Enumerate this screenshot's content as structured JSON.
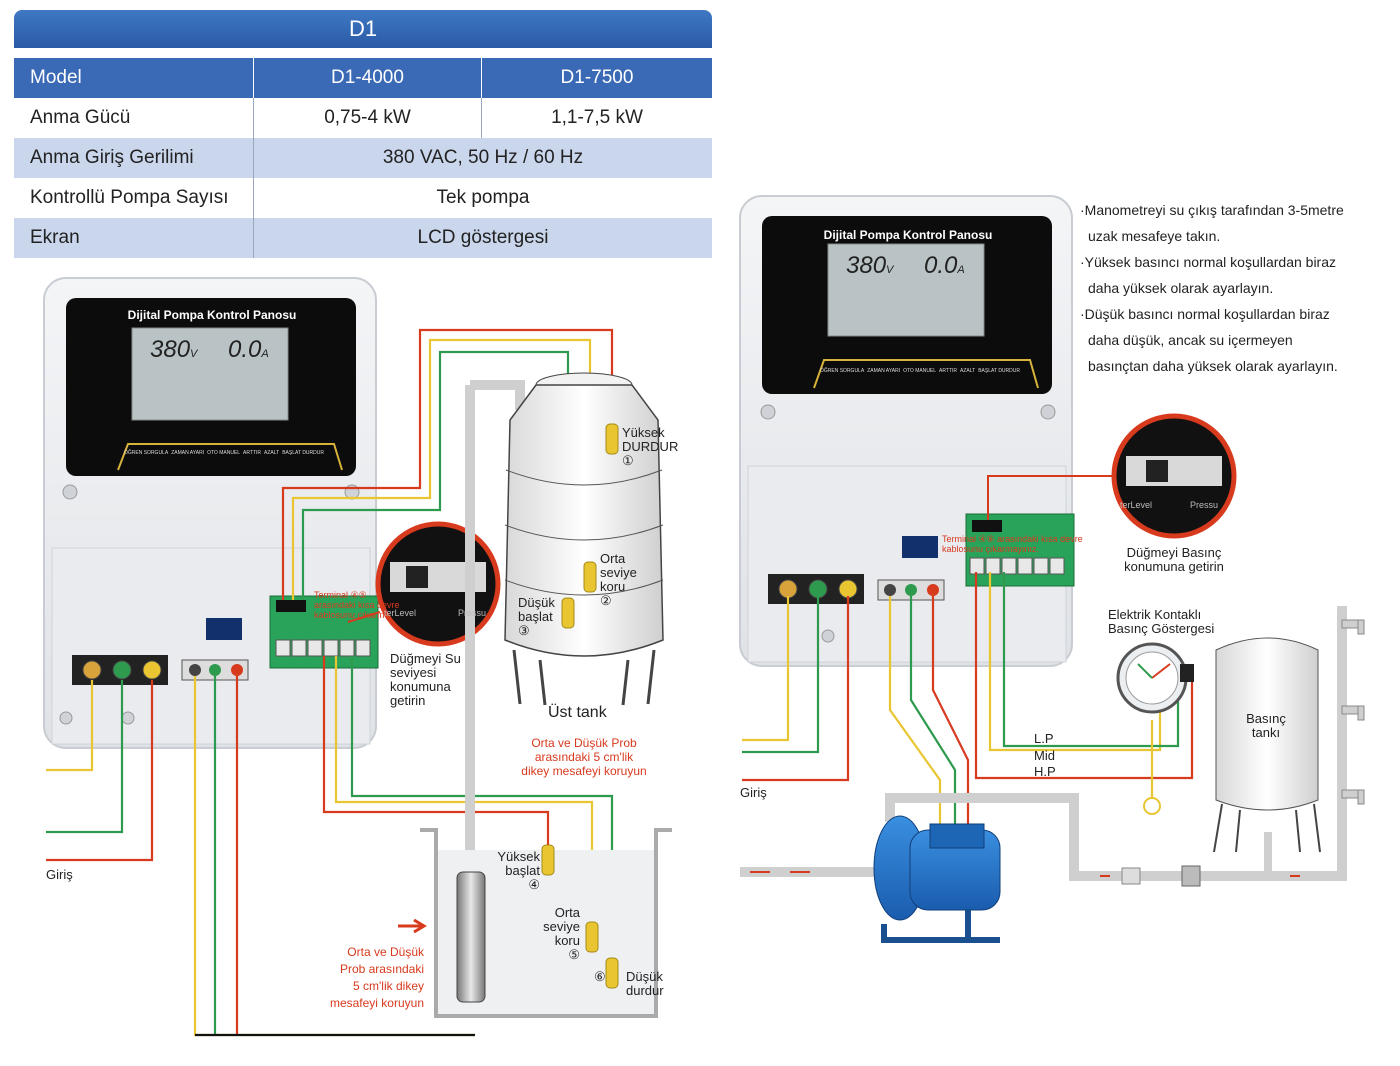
{
  "spec_table": {
    "title": "D1",
    "header": {
      "label": "Model",
      "col1": "D1-4000",
      "col2": "D1-7500"
    },
    "rows": [
      {
        "label": "Anma Gücü",
        "col1": "0,75-4 kW",
        "col2": "1,1-7,5 kW"
      },
      {
        "label": "Anma Giriş Gerilimi",
        "span": "380 VAC, 50 Hz / 60 Hz"
      },
      {
        "label": "Kontrollü Pompa Sayısı",
        "span": "Tek pompa"
      },
      {
        "label": "Ekran",
        "span": "LCD göstergesi"
      }
    ]
  },
  "left_diagram": {
    "panel_title": "Dijital Pompa Kontrol Panosu",
    "voltage": "380",
    "voltage_unit": "V",
    "current": "0.0",
    "current_unit": "A",
    "buttons": [
      "ÖĞREN SORGULA",
      "ZAMAN AYARI",
      "OTO MANUEL",
      "ARTTIR",
      "AZALT",
      "BAŞLAT DURDUR"
    ],
    "terminal_note": "Terminal ④⑤ arasındaki kısa devre kablosunu çıkarın",
    "switch_note": "Düğmeyi Su seviyesi konumuna getirin",
    "switch_labels": [
      "terLevel",
      "Pressu"
    ],
    "upper_tank_label": "Üst tank",
    "upper_probes": [
      {
        "line1": "Yüksek",
        "line2": "DURDUR",
        "num": "①"
      },
      {
        "line1": "Orta",
        "line2": "seviye",
        "line3": "koru",
        "num": "②"
      },
      {
        "line1": "Düşük",
        "line2": "başlat",
        "num": "③"
      }
    ],
    "upper_note": [
      "Orta ve Düşük Prob",
      "arasındaki 5 cm'lik",
      "dikey mesafeyi koruyun"
    ],
    "lower_probes": [
      {
        "line1": "Yüksek",
        "line2": "başlat",
        "num": "④"
      },
      {
        "line1": "Orta",
        "line2": "seviye",
        "line3": "koru",
        "num": "⑤"
      },
      {
        "line1": "Düşük",
        "line2": "durdur",
        "num": "⑥"
      }
    ],
    "lower_note": [
      "Orta ve Düşük",
      "Prob arasındaki",
      "5 cm'lik dikey",
      "mesafeyi koruyun"
    ],
    "input_label": "Giriş"
  },
  "right_diagram": {
    "panel_title": "Dijital Pompa Kontrol Panosu",
    "voltage": "380",
    "voltage_unit": "V",
    "current": "0.0",
    "current_unit": "A",
    "buttons": [
      "ÖĞREN SORGULA",
      "ZAMAN AYARI",
      "OTO MANUEL",
      "ARTTIR",
      "AZALT",
      "BAŞLAT DURDUR"
    ],
    "terminal_note": "Terminal ④⑥ arasındaki kısa devre kablosunu çıkarmayınız.",
    "switch_note": "Düğmeyi Basınç konumuna getirin",
    "switch_labels": [
      "terLevel",
      "Pressu"
    ],
    "gauge_label": "Elektrik Kontaklı Basınç Göstergesi",
    "tank_label": "Basınç tankı",
    "wire_labels": [
      "L.P",
      "Mid",
      "H.P"
    ],
    "input_label": "Giriş",
    "notes": [
      "·Manometreyi su çıkış tarafından 3-5metre",
      "uzak mesafeye takın.",
      "·Yüksek basıncı normal koşullardan biraz",
      "daha yüksek olarak ayarlayın.",
      "·Düşük basıncı normal koşullardan biraz",
      "daha düşük, ancak su içermeyen",
      "basınçtan daha yüksek olarak ayarlayın."
    ]
  },
  "colors": {
    "header_blue": "#3a6ab6",
    "row_blue": "#c9d6ec",
    "wire_red": "#d83a1e",
    "wire_green": "#2e9a4e",
    "wire_yellow": "#e8c531",
    "accent_text_red": "#d83a1e"
  }
}
